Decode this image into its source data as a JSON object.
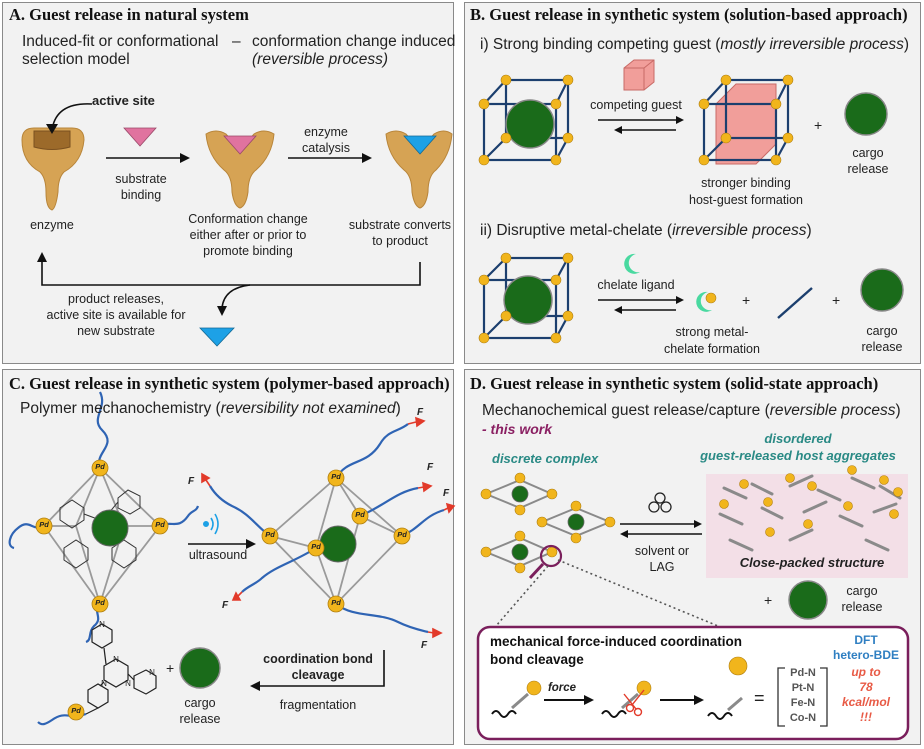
{
  "colors": {
    "panel_bg": "#f2f2f2",
    "gold": "#f1b51c",
    "frame_blue": "#1c3f6e",
    "cargo_green": "#1a6b1a",
    "cube_pink": "#f19e9a",
    "enzyme_tan": "#d6a354",
    "triangle_pink": "#e0739f",
    "triangle_blue": "#1da1e6",
    "chelate_green": "#49d9a0",
    "this_work_purple": "#8a1f62",
    "teal_label": "#2a8a85",
    "dft_blue": "#2f7fc2",
    "highlight_red": "#e85a45",
    "magnifier_frame": "#7a1f5c"
  },
  "panelA": {
    "title": "A. Guest release in natural system",
    "model_line1": "Induced-fit or conformational",
    "model_line2": "selection model",
    "dash": "–",
    "change_line1": "conformation change induced",
    "change_line2": "(reversible process)",
    "active_site": "active site",
    "substrate_binding_1": "substrate",
    "substrate_binding_2": "binding",
    "enzyme_catalysis_1": "enzyme",
    "enzyme_catalysis_2": "catalysis",
    "enzyme": "enzyme",
    "conformation_1": "Conformation change",
    "conformation_2": "either after or prior to",
    "conformation_3": "promote binding",
    "substrate_converts_1": "substrate converts",
    "substrate_converts_2": "to product",
    "product_releases_1": "product releases,",
    "product_releases_2": "active site is available for",
    "product_releases_3": "new substrate"
  },
  "panelB": {
    "title": "B. Guest release in synthetic system (solution-based approach)",
    "row1_prefix": "i) Strong binding competing guest (",
    "row1_italic": "mostly irreversible process",
    "row1_suffix": ")",
    "competing_guest": "competing guest",
    "stronger_1": "stronger binding",
    "stronger_2": "host-guest formation",
    "plus": "+",
    "cargo_1": "cargo",
    "cargo_2": "release",
    "row2_prefix": "ii) Disruptive metal-chelate (",
    "row2_italic": "irreversible process",
    "row2_suffix": ")",
    "chelate_ligand": "chelate ligand",
    "strong_1": "strong metal-",
    "strong_2": "chelate formation"
  },
  "panelC": {
    "title": "C. Guest release in synthetic system (polymer-based approach)",
    "subtitle_prefix": "Polymer mechanochemistry (",
    "subtitle_italic": "reversibility not examined",
    "subtitle_suffix": ")",
    "pd": "Pd",
    "n": "N",
    "force": "F",
    "ultrasound": "ultrasound",
    "coord_1": "coordination bond",
    "coord_2": "cleavage",
    "fragmentation": "fragmentation",
    "plus": "+",
    "cargo_1": "cargo",
    "cargo_2": "release"
  },
  "panelD": {
    "title": "D. Guest release in synthetic system (solid-state approach)",
    "subtitle_prefix": "Mechanochemical guest release/capture (",
    "subtitle_italic": "reversible process",
    "subtitle_suffix": ")",
    "this_work": "- this work",
    "discrete_complex": "discrete complex",
    "disordered_1": "disordered",
    "disordered_2": "guest-released host aggregates",
    "solvent_1": "solvent or",
    "solvent_2": "LAG",
    "close_packed": "Close-packed structure",
    "plus": "+",
    "cargo_1": "cargo",
    "cargo_2": "release",
    "mech_1": "mechanical force-induced coordination",
    "mech_2": "bond cleavage",
    "force": "force",
    "equals": "=",
    "bonds": [
      "Pd-N",
      "Pt-N",
      "Fe-N",
      "Co-N"
    ],
    "dft_1": "DFT",
    "dft_2": "hetero-BDE",
    "upto_1": "up to",
    "upto_2": "78",
    "upto_3": "kcal/mol",
    "upto_4": "!!!"
  }
}
